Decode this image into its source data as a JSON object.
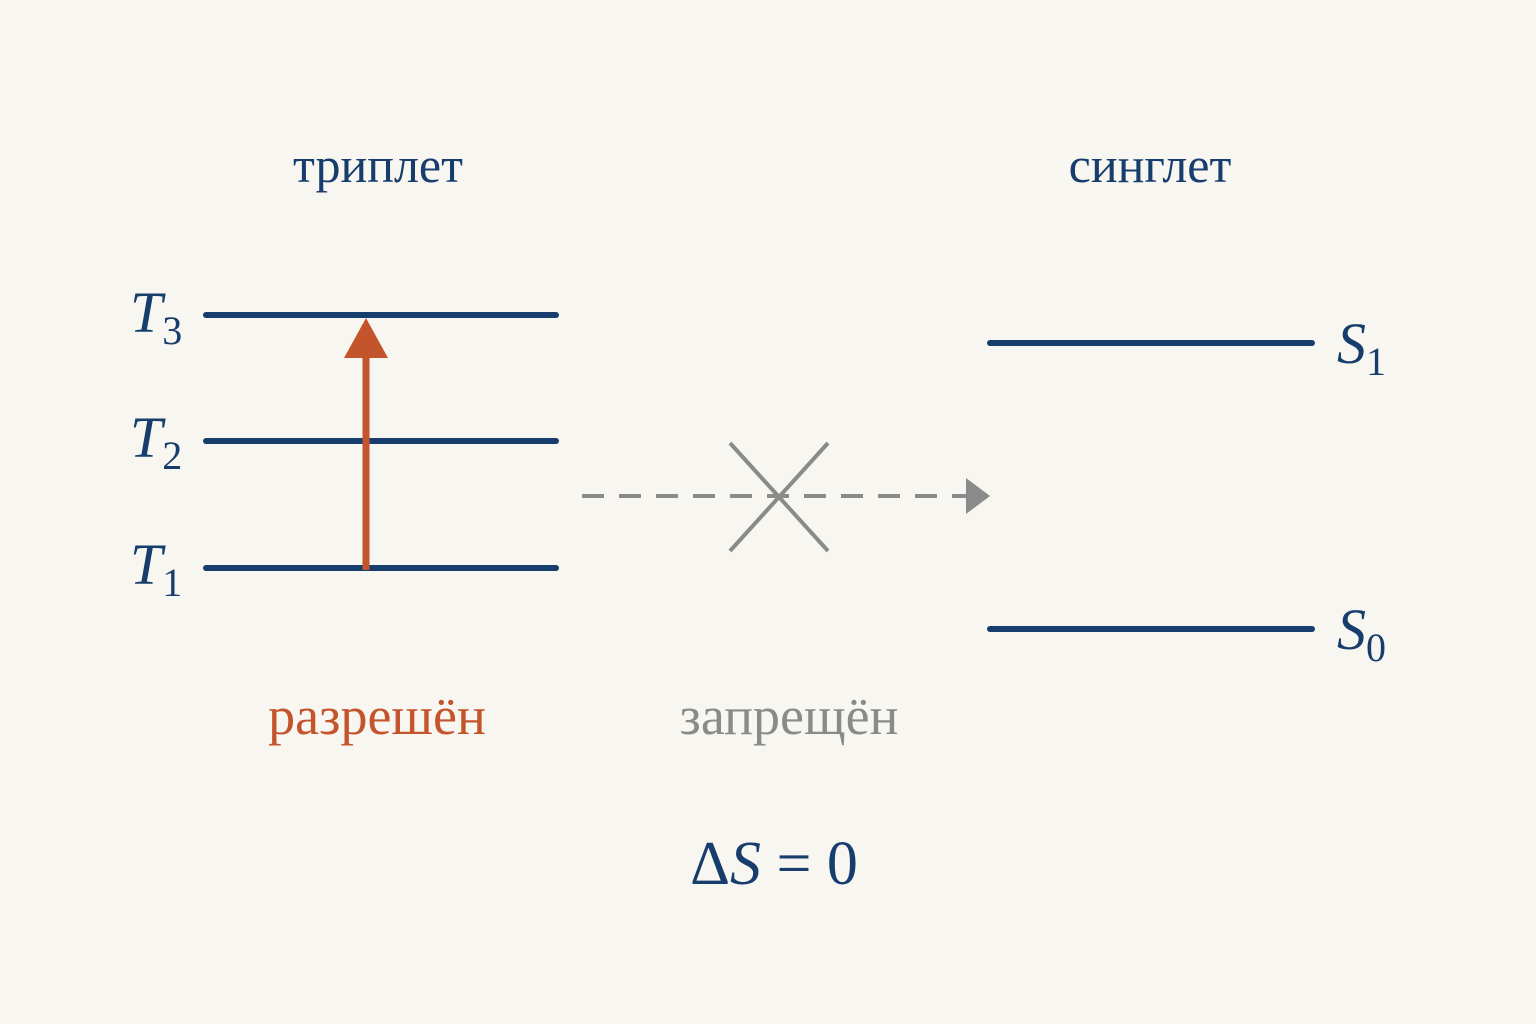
{
  "headings": {
    "triplet": "триплет",
    "singlet": "синглет"
  },
  "triplet_levels": [
    {
      "letter": "T",
      "sub": "3"
    },
    {
      "letter": "T",
      "sub": "2"
    },
    {
      "letter": "T",
      "sub": "1"
    }
  ],
  "singlet_levels": [
    {
      "letter": "S",
      "sub": "1"
    },
    {
      "letter": "S",
      "sub": "0"
    }
  ],
  "captions": {
    "allowed": "разрешён",
    "forbidden": "запрещён"
  },
  "formula": {
    "delta": "Δ",
    "symbol": "S",
    "rest": " = 0"
  },
  "colors": {
    "level_line": "#173d6c",
    "allowed_arrow": "#c4542b",
    "forbidden_arrow": "#8a8a8a",
    "background": "#f8f6f1"
  }
}
